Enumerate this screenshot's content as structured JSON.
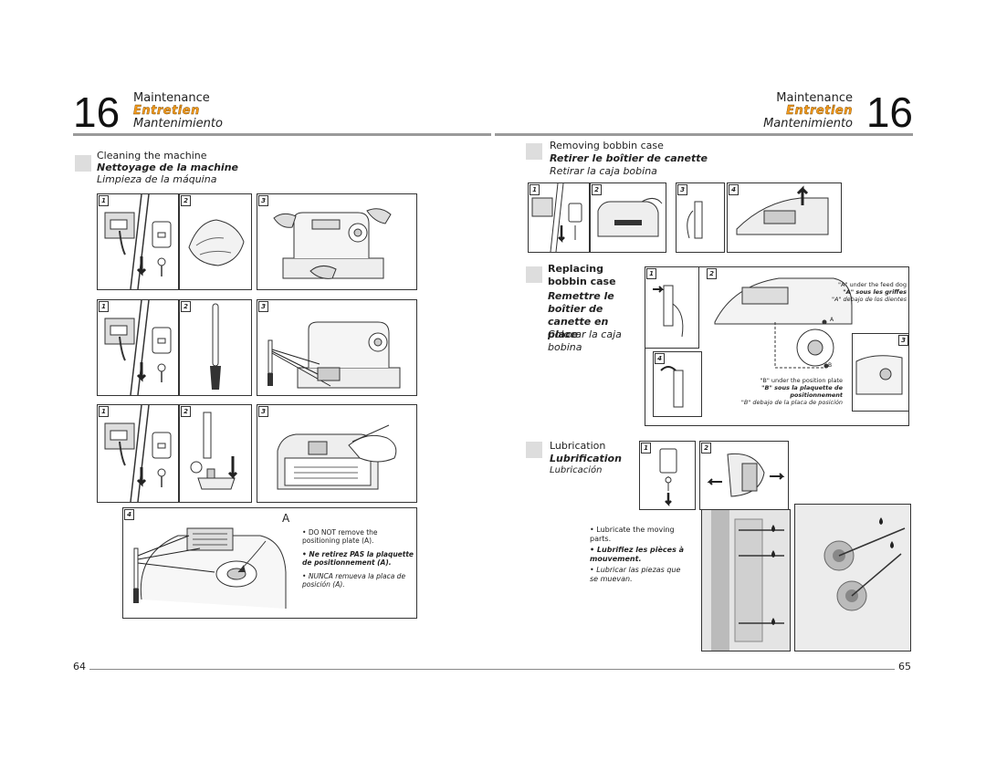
{
  "left_header": {
    "chapter_number": "16",
    "title_en": "Maintenance",
    "title_fr": "Entretien",
    "title_es": "Mantenimiento"
  },
  "right_header": {
    "chapter_number": "16",
    "title_en": "Maintenance",
    "title_fr": "Entretien",
    "title_es": "Mantenimiento"
  },
  "cleaning": {
    "title_en": "Cleaning the machine",
    "title_fr": "Nettoyage de la machine",
    "title_es": "Limpieza de la máquina",
    "row1_steps": [
      "1",
      "2",
      "3"
    ],
    "row2_steps": [
      "1",
      "2",
      "3"
    ],
    "row3_steps": [
      "1",
      "2",
      "3"
    ],
    "step4_label": "4",
    "marker_a": "A",
    "note_en": "DO NOT remove the positioning plate (A).",
    "note_fr": "Ne retirez PAS la plaquette de positionnement (A).",
    "note_es": "NUNCA remueva la placa de posición (A)."
  },
  "removing": {
    "title_en": "Removing bobbin case",
    "title_fr": "Retirer le boîtier de canette",
    "title_es": "Retirar la caja bobina",
    "steps": [
      "1",
      "2",
      "3",
      "4"
    ]
  },
  "replacing": {
    "title_en": "Replacing bobbin case",
    "title_fr": "Remettre le boîtier de canette en place",
    "title_es": "Colocar la caja bobina",
    "steps": [
      "1",
      "2",
      "3",
      "4"
    ],
    "label_a_en": "\"A\" under the feed dog",
    "label_a_fr": "\"A\" sous les griffes",
    "label_a_es": "\"A\" debajo de los dientes",
    "label_b_en": "\"B\" under the position plate",
    "label_b_fr": "\"B\" sous la plaquette de positionnement",
    "label_b_es": "\"B\" debajo de la placa de posición",
    "marker_a": "A",
    "marker_b": "B"
  },
  "lubrication": {
    "title_en": "Lubrication",
    "title_fr": "Lubrification",
    "title_es": "Lubricación",
    "steps": [
      "1",
      "2"
    ],
    "note_en": "Lubricate the moving parts.",
    "note_fr": "Lubrifiez les pièces à mouvement.",
    "note_es": "Lubricar las piezas que se muevan."
  },
  "footer": {
    "left_page": "64",
    "right_page": "65"
  }
}
